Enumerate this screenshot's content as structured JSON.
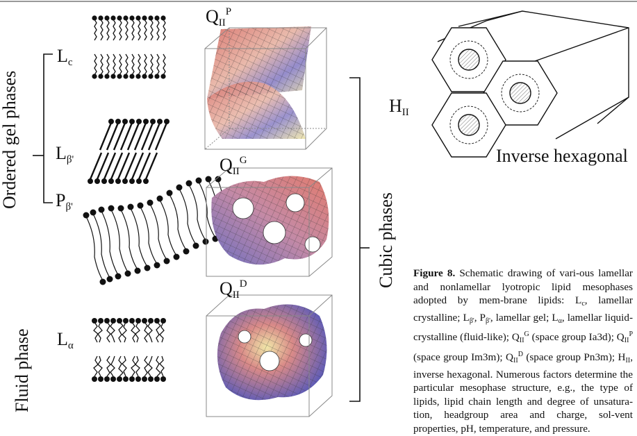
{
  "groups": {
    "ordered_gel": "Ordered gel phases",
    "fluid": "Fluid phase",
    "cubic": "Cubic phases"
  },
  "phase_labels": {
    "lc": {
      "main": "L",
      "sub": "c"
    },
    "lbeta": {
      "main": "L",
      "sub": "β'"
    },
    "pbeta": {
      "main": "P",
      "sub": "β'"
    },
    "lalpha": {
      "main": "L",
      "sub": "α"
    },
    "qp": {
      "main": "Q",
      "sub": "II",
      "sup": "P"
    },
    "qg": {
      "main": "Q",
      "sub": "II",
      "sup": "G"
    },
    "qd": {
      "main": "Q",
      "sub": "II",
      "sup": "D"
    },
    "hii": {
      "main": "H",
      "sub": "II"
    }
  },
  "hexagonal_label": "Inverse hexagonal",
  "caption": {
    "figure_label": "Figure 8.",
    "lines": [
      "Schematic drawing of vari-",
      "ous lamellar and nonlamellar lyotropic",
      "lipid mesophases adopted by mem-",
      "brane lipids: L_c, lamellar crystalline;",
      "L_β', P_β', lamellar gel; L_α, lamellar",
      "liquid-crystalline (fluid-like); Q_II^G",
      "(space group Ia3d); Q_II^P (space group",
      "Im3m); Q_II^D (space group Pn3m); H_II,",
      "inverse hexagonal. Numerous factors",
      "determine the particular mesophase",
      "structure, e.g., the type of lipids, lipid",
      "chain length and degree of unsatura-",
      "tion, headgroup area and charge, sol-",
      "vent properties, pH, temperature, and",
      "pressure."
    ]
  },
  "colors": {
    "ink": "#111111",
    "surface_red": "#d9736c",
    "surface_blue": "#6f6fc0",
    "surface_yellow": "#f0e6a8"
  }
}
